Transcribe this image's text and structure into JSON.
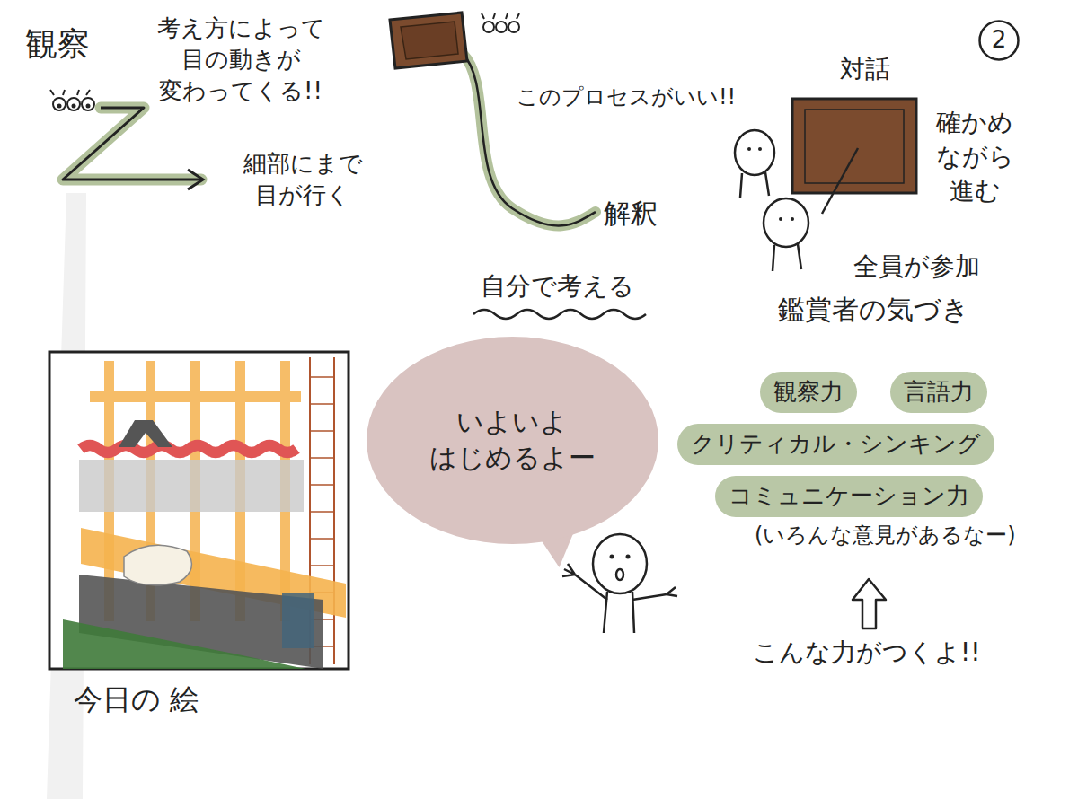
{
  "diagram": {
    "nodes": [
      {
        "text": [
          "2"
        ]
      },
      {
        "text": [
          "いよいよ はじめるよー"
        ]
      },
      {
        "text": [
          "観察力"
        ]
      },
      {
        "text": [
          "言語力"
        ]
      },
      {
        "text": [
          "クリティカル・シンキング"
        ]
      },
      {
        "text": [
          "コミュニケーション力"
        ]
      }
    ],
    "labels": [
      "観察",
      "考え方によって 目の動きが 変わってくる!!",
      "細部にまで 目が行く",
      "このプロセスがいい!!",
      "解釈",
      "自分で考える",
      "対話",
      "確かめ ながら 進む",
      "全員が参加",
      "鑑賞者の気づき",
      "(いろんな意見があるなー)",
      "こんな力がつくよ!!",
      "今日の 絵"
    ]
  }
}
